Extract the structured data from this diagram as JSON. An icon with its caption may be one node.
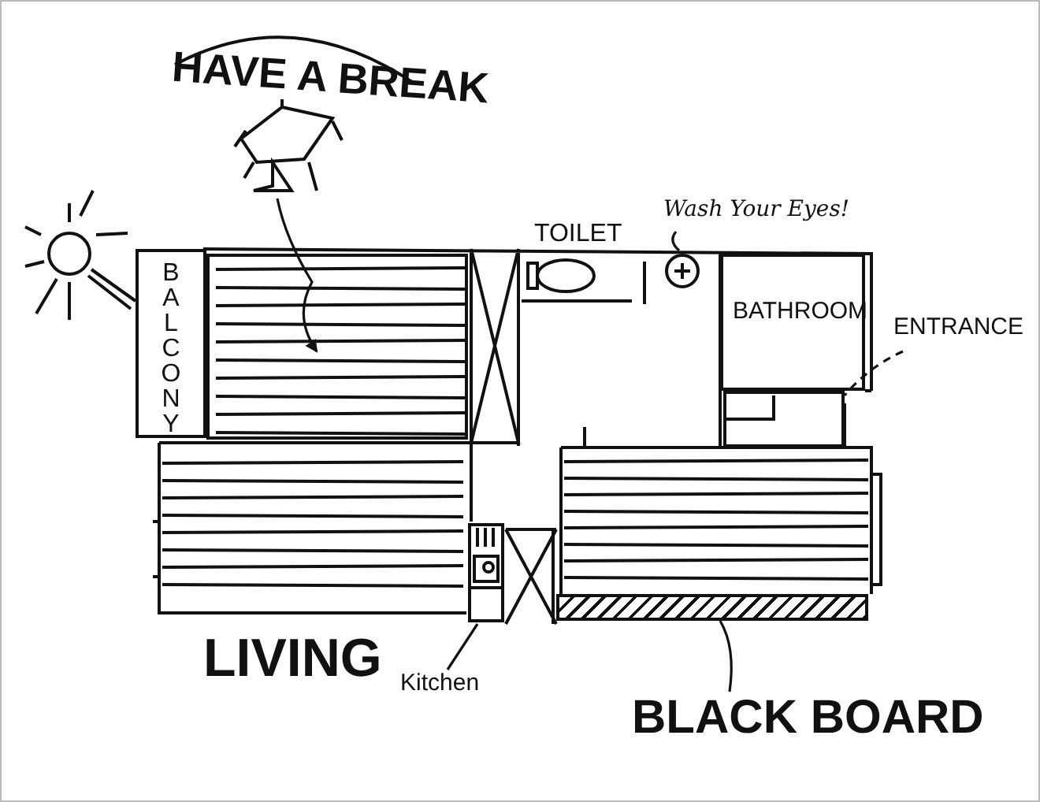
{
  "diagram": {
    "nodes": [
      {
        "text": [
          "HAVE A BREAK"
        ]
      },
      {
        "text": [],
        "shape": "picture"
      },
      {
        "text": [
          "Wash Your Eyes!"
        ]
      },
      {
        "text": [],
        "shape": "picture"
      },
      {
        "text": [
          "BALCONY"
        ]
      },
      {
        "text": [],
        "shape": "box"
      },
      {
        "text": [
          "BATHROOM"
        ]
      },
      {
        "text": [
          "ENTRANCE"
        ]
      },
      {
        "text": [],
        "shape": "box"
      },
      {
        "text": [
          "Kitchen"
        ]
      },
      {
        "text": [],
        "shape": "picture"
      },
      {
        "text": [
          "BLACK BOARD"
        ]
      },
      {
        "text": [],
        "shape": "bar"
      }
    ],
    "edges": [
      {
        "from": 1,
        "to": 5,
        "arrow": "to"
      },
      {
        "from": 2,
        "to": 3,
        "arrow": "none"
      },
      {
        "from": 7,
        "to": 8,
        "arrow": "none",
        "style": "dashed"
      },
      {
        "from": 9,
        "to": 10,
        "arrow": "none"
      },
      {
        "from": 11,
        "to": 12,
        "arrow": "none"
      }
    ],
    "labels": [
      "TOILET",
      "LIVING"
    ]
  }
}
